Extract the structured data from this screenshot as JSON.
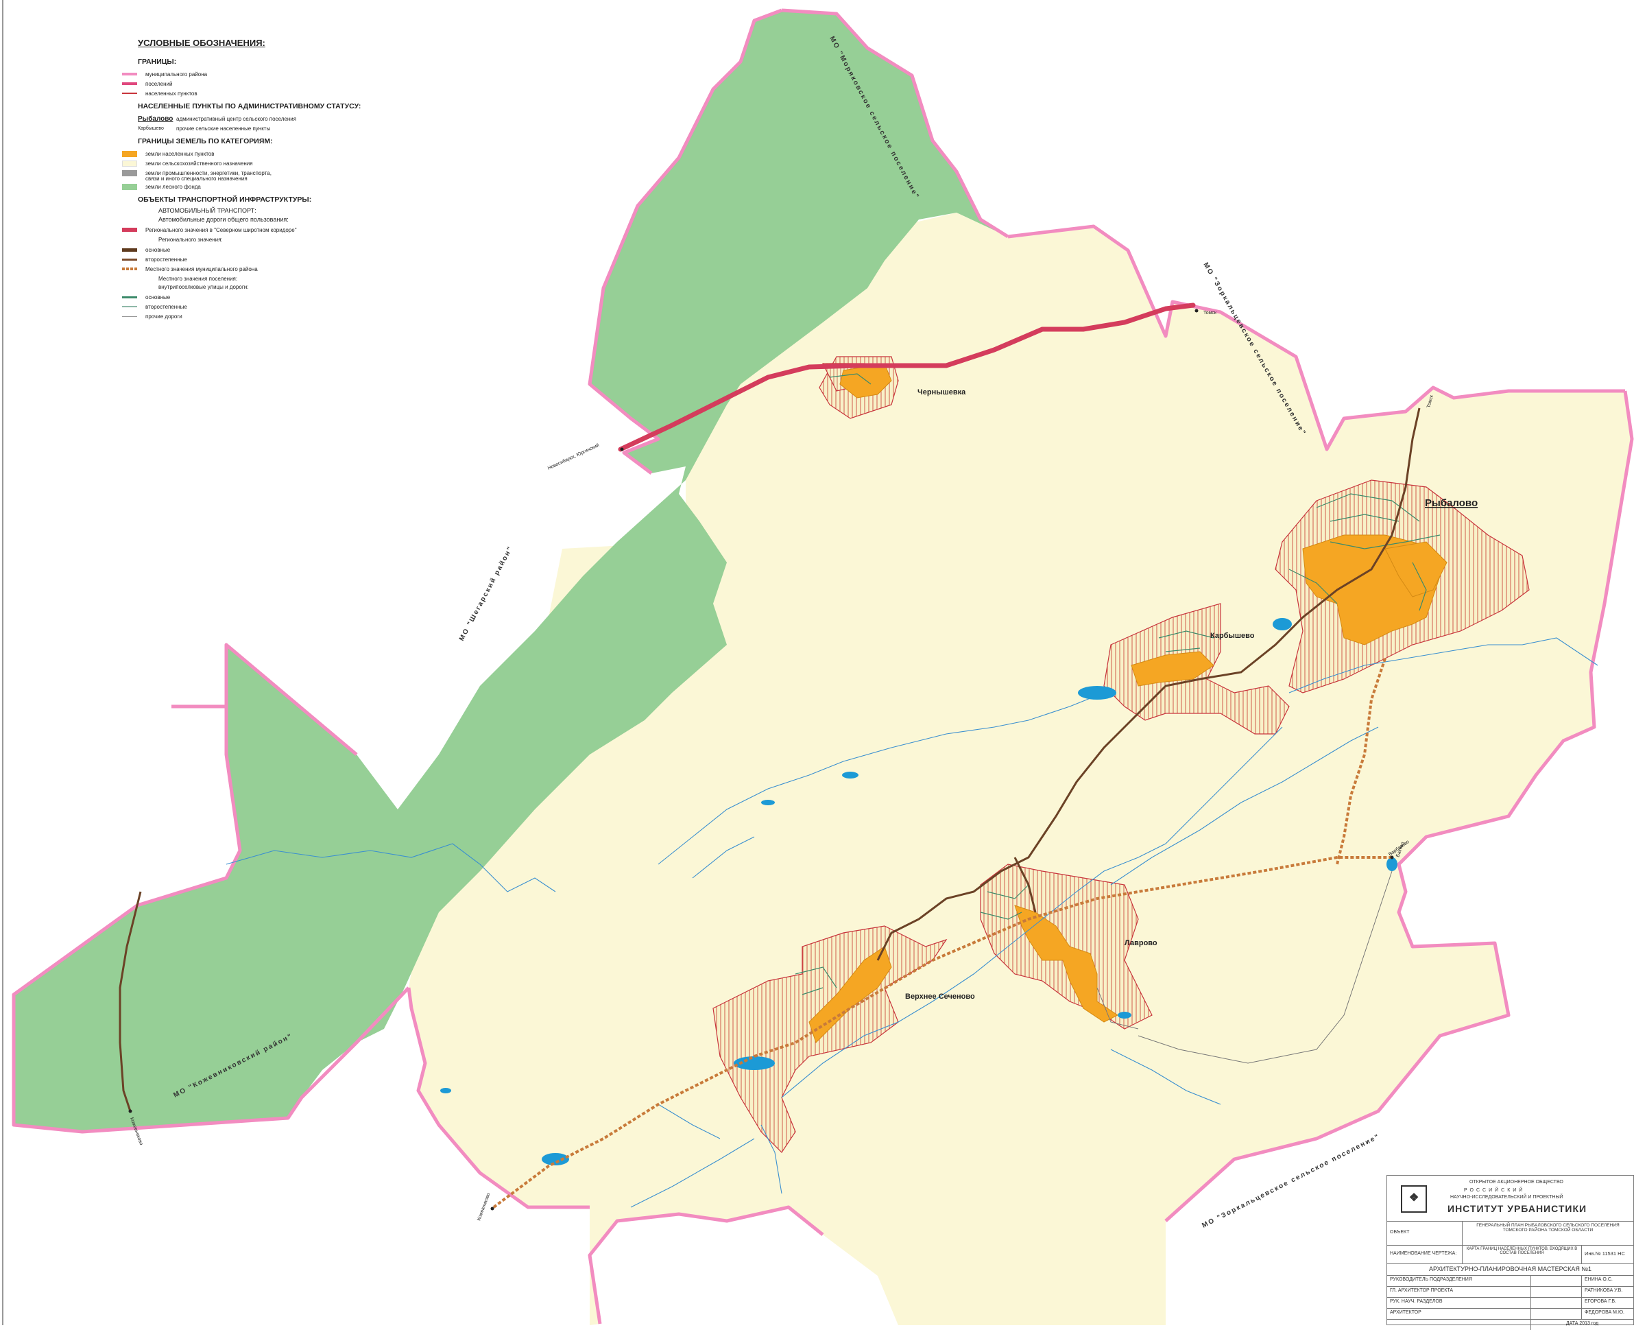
{
  "legend": {
    "title": "УСЛОВНЫЕ ОБОЗНАЧЕНИЯ:",
    "borders_header": "ГРАНИЦЫ:",
    "borders": [
      {
        "label": "муниципального района",
        "color": "#f28cc0"
      },
      {
        "label": "поселений",
        "color": "#e0487e"
      },
      {
        "label": "населенных пунктов",
        "color": "#c8343c"
      }
    ],
    "admin_header": "НАСЕЛЕННЫЕ ПУНКТЫ ПО АДМИНИСТРАТИВНОМУ СТАТУСУ:",
    "admin": [
      {
        "name": "Рыбалово",
        "label": "административный центр сельского поселения"
      },
      {
        "name": "Карбышево",
        "label": "прочие сельские населенные пункты"
      }
    ],
    "land_header": "ГРАНИЦЫ ЗЕМЕЛЬ ПО КАТЕГОРИЯМ:",
    "land": [
      {
        "label": "земли населенных пунктов",
        "color": "#f5a623"
      },
      {
        "label": "земли сельскохозяйственного назначения",
        "color": "#fbf7d6"
      },
      {
        "label": "земли промышленности, энергетики, транспорта,",
        "color": "#9a9a9a"
      },
      {
        "label": "связи и иного специального назначения",
        "color": ""
      },
      {
        "label": "земли лесного фонда",
        "color": "#96cf96"
      }
    ],
    "transport_header": "ОБЪЕКТЫ ТРАНСПОРТНОЙ ИНФРАСТРУКТУРЫ:",
    "auto_header": "АВТОМОБИЛЬНЫЙ ТРАНСПОРТ:",
    "public_roads": "Автомобильные дороги общего пользования:",
    "regional_corridor": "Регионального значения в \"Северном широтном коридоре\"",
    "regional_header": "Регионального значения:",
    "regional": [
      {
        "label": "основные",
        "color": "#5e3a1e"
      },
      {
        "label": "второстепенные",
        "color": "#7a4a2a"
      }
    ],
    "municipal": "Местного значения муниципального района",
    "local_header": "Местного значения поселения:",
    "inner_streets": "внутрипоселковые улицы и дороги:",
    "inner": [
      {
        "label": "основные",
        "color": "#3c8a6a"
      },
      {
        "label": "второстепенные",
        "color": "#8fb8a8"
      }
    ],
    "other_roads": "прочие дороги",
    "colors": {
      "district": "#f28cc0",
      "corridor": "#d43c5c",
      "municipal_road": "#c87a3a",
      "forest": "#96cf96",
      "agri": "#fbf7d6",
      "settlement": "#f5a623",
      "water": "#1c9ad6"
    }
  },
  "map": {
    "settlements": [
      {
        "name": "Рыбалово"
      },
      {
        "name": "Карбышево"
      },
      {
        "name": "Чернышевка"
      },
      {
        "name": "Лаврово"
      },
      {
        "name": "Верхнее Сеченово"
      }
    ],
    "borders": [
      "МО \"Моряковское сельское поселение\"",
      "МО \"Зоркальцевское сельское поселение\"",
      "МО \"Шегарский район\"",
      "МО \"Кожевниковский район\"",
      "МО \"Зоркальцевское сельское поселение\""
    ],
    "roads": [
      "Томск",
      "Новосибирск, Юргинский",
      "Кожевниково",
      "Бакчар",
      "Томск",
      "Кожевниково",
      "Варбаково"
    ]
  },
  "stamp": {
    "org_line1": "ОТКРЫТОЕ АКЦИОНЕРНОЕ ОБЩЕСТВО",
    "org_line2": "РОССИЙСКИЙ",
    "org_line3": "НАУЧНО-ИССЛЕДОВАТЕЛЬСКИЙ И ПРОЕКТНЫЙ",
    "org_line4": "ИНСТИТУТ УРБАНИСТИКИ",
    "object_label": "ОБЪЕКТ",
    "object_value": "ГЕНЕРАЛЬНЫЙ ПЛАН РЫБАЛОВСКОГО СЕЛЬСКОГО ПОСЕЛЕНИЯ ТОМСКОГО РАЙОНА ТОМСКОЙ ОБЛАСТИ",
    "drawing_label": "НАИМЕНОВАНИЕ ЧЕРТЕЖА:",
    "drawing_value": "КАРТА ГРАНИЦ НАСЕЛЕННЫХ ПУНКТОВ, ВХОДЯЩИХ В СОСТАВ ПОСЕЛЕНИЯ",
    "inv": "Инв.№ 11531 НС",
    "workshop": "АРХИТЕКТУРНО-ПЛАНИРОВОЧНАЯ МАСТЕРСКАЯ №1",
    "people": [
      {
        "role": "РУКОВОДИТЕЛЬ ПОДРАЗДЕЛЕНИЯ",
        "name": "ЕНИНА О.С."
      },
      {
        "role": "ГЛ. АРХИТЕКТОР ПРОЕКТА",
        "name": "РАТНИКОВА У.В."
      },
      {
        "role": "РУК. НАУЧ. РАЗДЕЛОВ",
        "name": "ЕГОРОВА Г.В."
      },
      {
        "role": "АРХИТЕКТОР",
        "name": "ФЕДОРОВА М.Ю."
      }
    ],
    "date": "ДАТА 2013 год"
  }
}
